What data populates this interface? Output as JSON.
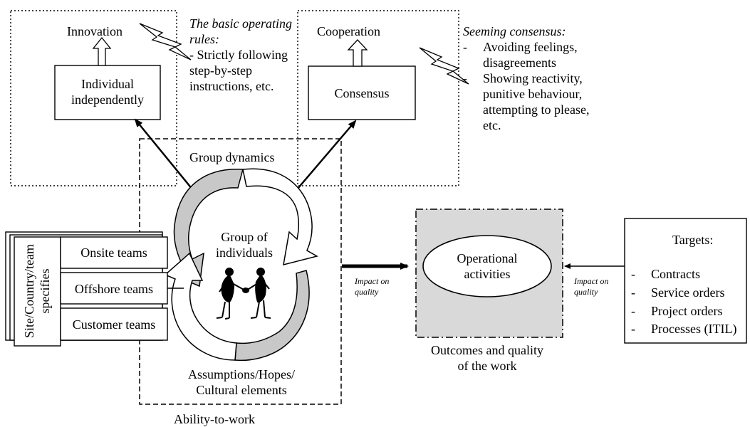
{
  "innovation_box": {
    "top_label": "Innovation",
    "inner_label": "Individual independently"
  },
  "basic_rules": {
    "title": "The basic operating rules:",
    "items": [
      "- Strictly following step-by-step instructions, etc."
    ]
  },
  "cooperation_box": {
    "top_label": "Cooperation",
    "inner_label": "Consensus"
  },
  "seeming_consensus": {
    "title": "Seeming consensus:",
    "items": [
      "Avoiding feelings, disagreements",
      "Showing reactivity, punitive behaviour, attempting to please, etc."
    ]
  },
  "group_dynamics_label": "Group dynamics",
  "cycle": {
    "group_label": "Group of individuals",
    "assumptions_label": "Assumptions/Hopes/ Cultural elements"
  },
  "ability_label": "Ability-to-work",
  "site_specifics": {
    "vertical_label": "Site/Country/team specifies",
    "teams": [
      "Onsite teams",
      "Offshore teams",
      "Customer teams"
    ]
  },
  "impact_left": "Impact on quality",
  "impact_right": "Impact on quality",
  "operations": {
    "ellipse_label": "Operational activities",
    "caption": "Outcomes and quality of the work",
    "fill_color": "#d9d9d9"
  },
  "targets": {
    "title": "Targets:",
    "items": [
      "Contracts",
      "Service orders",
      "Project orders",
      "Processes (ITIL)"
    ]
  },
  "icons": [
    "lightning-bolt-icon",
    "people-handshake-icon"
  ]
}
